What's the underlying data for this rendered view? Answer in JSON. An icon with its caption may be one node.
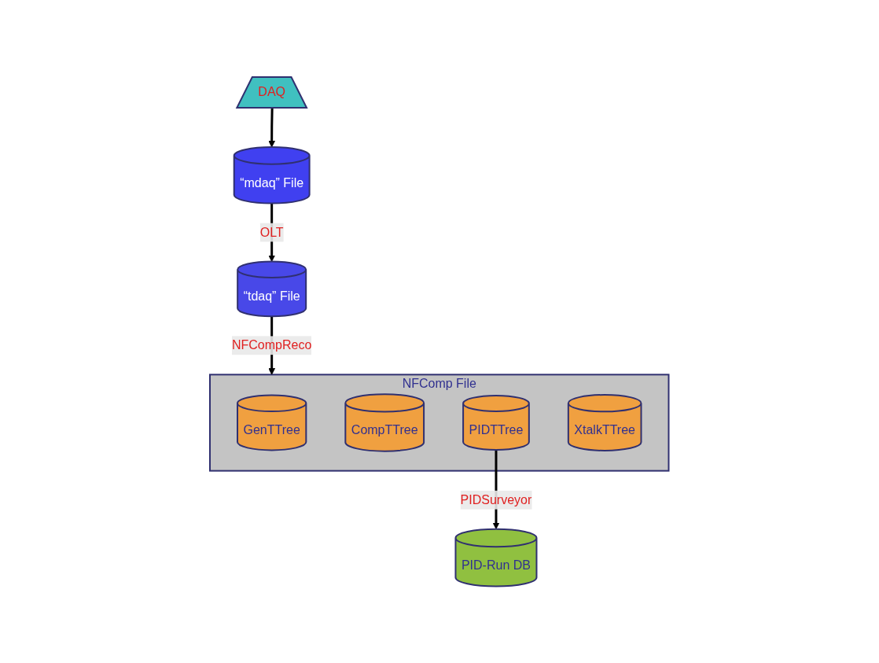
{
  "diagram": {
    "nodes": [
      {
        "text": [
          "DAQ"
        ]
      },
      {
        "text": [
          "“mdaq” File"
        ]
      },
      {
        "text": [
          "“tdaq” File"
        ]
      },
      {
        "text": [
          "NFComp File"
        ]
      },
      {
        "text": [
          "GenTTree"
        ],
        "in": 3
      },
      {
        "text": [
          "CompTTree"
        ],
        "in": 3
      },
      {
        "text": [
          "PIDTTree"
        ],
        "in": 3
      },
      {
        "text": [
          "XtalkTTree"
        ],
        "in": 3
      },
      {
        "text": [
          "PID-Run DB"
        ]
      }
    ],
    "edges": [
      {
        "from": 0,
        "to": 1,
        "arrow": "to"
      },
      {
        "from": 1,
        "to": 2,
        "arrow": "to",
        "label": "OLT"
      },
      {
        "from": 2,
        "to": 3,
        "arrow": "to",
        "label": "NFCompReco"
      },
      {
        "from": 6,
        "to": 8,
        "arrow": "to",
        "label": "PIDSurveyor"
      }
    ]
  }
}
